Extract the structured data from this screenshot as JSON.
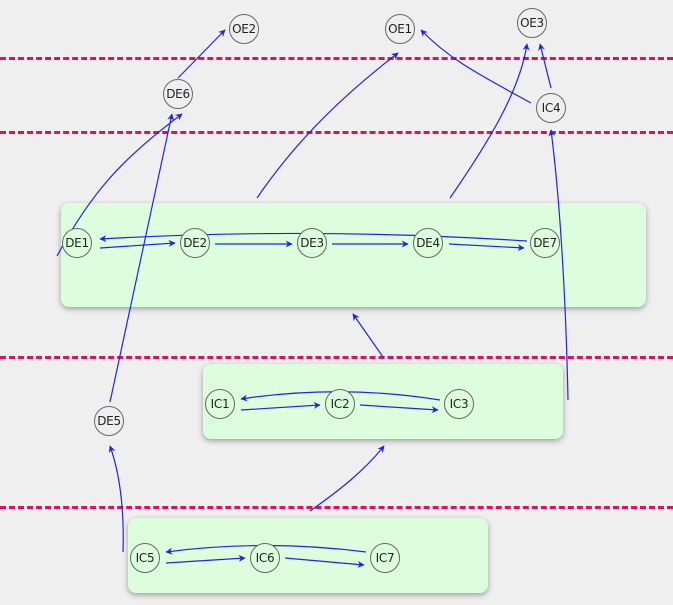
{
  "colors": {
    "background": "#efefef",
    "dash_line": "#e0105a",
    "box_fill": "#ddfedd",
    "edge": "#2222ee",
    "node_border": "#666666"
  },
  "nodes": {
    "oe1": "OE1",
    "oe2": "OE2",
    "oe3": "OE3",
    "de6": "DE6",
    "ic4": "IC4",
    "de1": "DE1",
    "de2": "DE2",
    "de3": "DE3",
    "de4": "DE4",
    "de7": "DE7",
    "ic1": "IC1",
    "ic2": "IC2",
    "ic3": "IC3",
    "de5": "DE5",
    "ic5": "IC5",
    "ic6": "IC6",
    "ic7": "IC7"
  }
}
